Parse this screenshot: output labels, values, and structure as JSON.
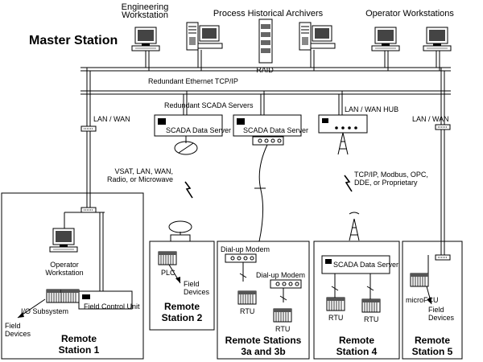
{
  "master": {
    "title": "Master Station",
    "engineering_label": "Engineering\nWorkstation",
    "archivers_label": "Process Historical Archivers",
    "operators_label": "Operator Workstations",
    "raid_label": "RAID",
    "ethernet_label": "Redundant Ethernet TCP/IP",
    "scada_servers_label": "Redundant SCADA Servers",
    "server_a_label": "SCADA Data Server",
    "server_b_label": "SCADA Data Server",
    "hub_label": "LAN / WAN HUB",
    "lan_wan_left": "LAN / WAN",
    "lan_wan_right": "LAN / WAN"
  },
  "links": {
    "vsat_label": "VSAT, LAN, WAN,\nRadio, or Microwave",
    "tcp_label": "TCP/IP, Modbus, OPC,\nDDE, or Proprietary"
  },
  "rs1": {
    "operator_label": "Operator\nWorkstation",
    "fcu_label": "Field Control Unit",
    "io_label": "I/O Subsystem",
    "field_label": "Field\nDevices",
    "name": "Remote\nStation 1"
  },
  "rs2": {
    "plc_label": "PLC",
    "field_label": "Field\nDevices",
    "name": "Remote\nStation 2"
  },
  "rs3": {
    "modem_a_label": "Dial-up Modem",
    "modem_b_label": "Dial-up Modem",
    "rtu_a_label": "RTU",
    "rtu_b_label": "RTU",
    "name": "Remote Stations\n3a and 3b"
  },
  "rs4": {
    "server_label": "SCADA Data Server",
    "rtu_a_label": "RTU",
    "rtu_b_label": "RTU",
    "name": "Remote\nStation 4"
  },
  "rs5": {
    "micro_label": "microFCU",
    "field_label": "Field\nDevices",
    "name": "Remote\nStation 5"
  }
}
